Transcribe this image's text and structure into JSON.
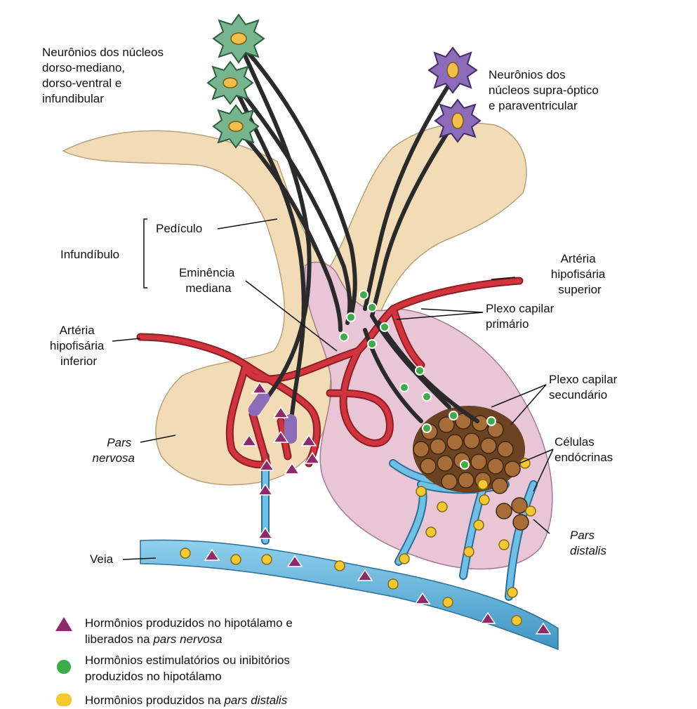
{
  "labels": {
    "neurons_left": [
      "Neurônios dos núcleos",
      "dorso-mediano,",
      "dorso-ventral e",
      "infundibular"
    ],
    "neurons_right": [
      "Neurônios dos",
      "núcleos supra-óptico",
      "e paraventricular"
    ],
    "pediculo": "Pedículo",
    "infundibulo": "Infundíbulo",
    "eminencia": [
      "Eminência",
      "mediana"
    ],
    "art_sup": [
      "Artéria",
      "hipofisária",
      "superior"
    ],
    "plexo_prim": [
      "Plexo capilar",
      "primário"
    ],
    "art_inf": [
      "Artéria",
      "hipofisária",
      "inferior"
    ],
    "plexo_sec": [
      "Plexo capilar",
      "secundário"
    ],
    "celulas": [
      "Células",
      "endócrinas"
    ],
    "pars_nervosa": [
      "Pars",
      "nervosa"
    ],
    "pars_distalis": [
      "Pars",
      "distalis"
    ],
    "veia": "Veia"
  },
  "legend": {
    "item1_a": "Hormônios produzidos no hipotálamo e",
    "item1_b_prefix": "liberados na ",
    "item1_b_ital": "pars nervosa",
    "item2_a": "Hormônios estimulatórios ou inibitórios",
    "item2_b": "produzidos no hipotálamo",
    "item3_prefix": "Hormônios produzidos na ",
    "item3_ital": "pars distalis"
  },
  "colors": {
    "tan": "#f2dcb5",
    "pink": "#e8c6d6",
    "artery": "#d2343e",
    "vein": "#5fb3d8",
    "neuron_green": "#76b58e",
    "neuron_purple": "#8c6bb8",
    "hormone_triangle": "#8e2a6b",
    "hormone_green": "#3cab4a",
    "hormone_yellow": "#f2c930",
    "cell_brown": "#8a5a2b"
  }
}
